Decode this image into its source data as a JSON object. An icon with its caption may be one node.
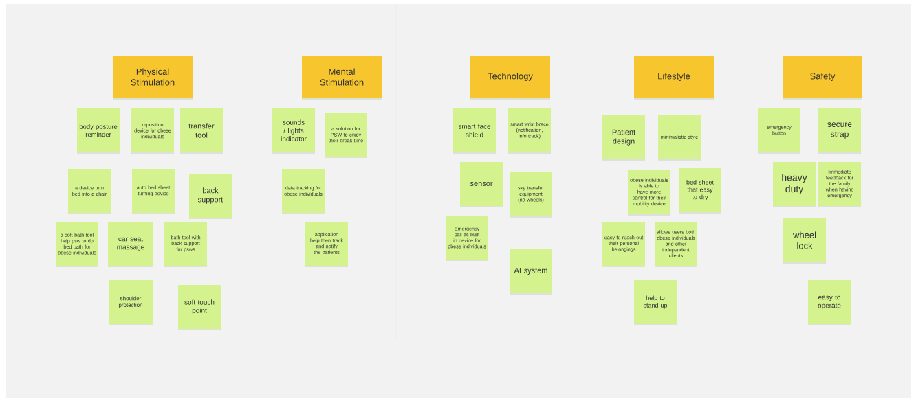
{
  "diagram": {
    "nodes": [
      {
        "text": [
          "Physical Stimulation"
        ]
      },
      {
        "text": [
          "Mental Stimulation"
        ]
      },
      {
        "text": [
          "Technology"
        ]
      },
      {
        "text": [
          "Lifestyle"
        ]
      },
      {
        "text": [
          "Safety"
        ]
      },
      {
        "text": [
          "body posture reminder"
        ]
      },
      {
        "text": [
          "reposition device for obese individuals"
        ]
      },
      {
        "text": [
          "transfer tool"
        ]
      },
      {
        "text": [
          "a device turn bed into a chair"
        ]
      },
      {
        "text": [
          "auto bed sheet turning device"
        ]
      },
      {
        "text": [
          "back support"
        ]
      },
      {
        "text": [
          "a soft bath tool help psw to do bed bath for obese individuals"
        ]
      },
      {
        "text": [
          "car seat massage"
        ]
      },
      {
        "text": [
          "bath tool with back support for psws"
        ]
      },
      {
        "text": [
          "shoulder protection"
        ]
      },
      {
        "text": [
          "soft touch point"
        ]
      },
      {
        "text": [
          "sounds / lights indicator"
        ]
      },
      {
        "text": [
          "a solution for PSW to enjoy their break time"
        ]
      },
      {
        "text": [
          "data tracking for obese individuals"
        ]
      },
      {
        "text": [
          "application help then track and notify the patients"
        ]
      },
      {
        "text": [
          "smart face shield"
        ]
      },
      {
        "text": [
          "smart wrist brace (notification, info track)"
        ]
      },
      {
        "text": [
          "sensor"
        ]
      },
      {
        "text": [
          "sky transfer equipment (no wheels)"
        ]
      },
      {
        "text": [
          "Emergency call as built in device for obese individuals"
        ]
      },
      {
        "text": [
          "AI system"
        ]
      },
      {
        "text": [
          "Patient design"
        ]
      },
      {
        "text": [
          "minimalistic style"
        ]
      },
      {
        "text": [
          "obese individuals is able to have more control for their mobility device"
        ]
      },
      {
        "text": [
          "bed sheet that easy to dry"
        ]
      },
      {
        "text": [
          "easy to reach out their personal belongings"
        ]
      },
      {
        "text": [
          "allows users both obese individuals and other independent clients"
        ]
      },
      {
        "text": [
          "help to stand up"
        ]
      },
      {
        "text": [
          "emergency button"
        ]
      },
      {
        "text": [
          "secure strap"
        ]
      },
      {
        "text": [
          "heavy duty"
        ]
      },
      {
        "text": [
          "Immediate feedback for the family when having emergency"
        ]
      },
      {
        "text": [
          "wheel lock"
        ]
      },
      {
        "text": [
          "easy to operate"
        ]
      }
    ]
  }
}
